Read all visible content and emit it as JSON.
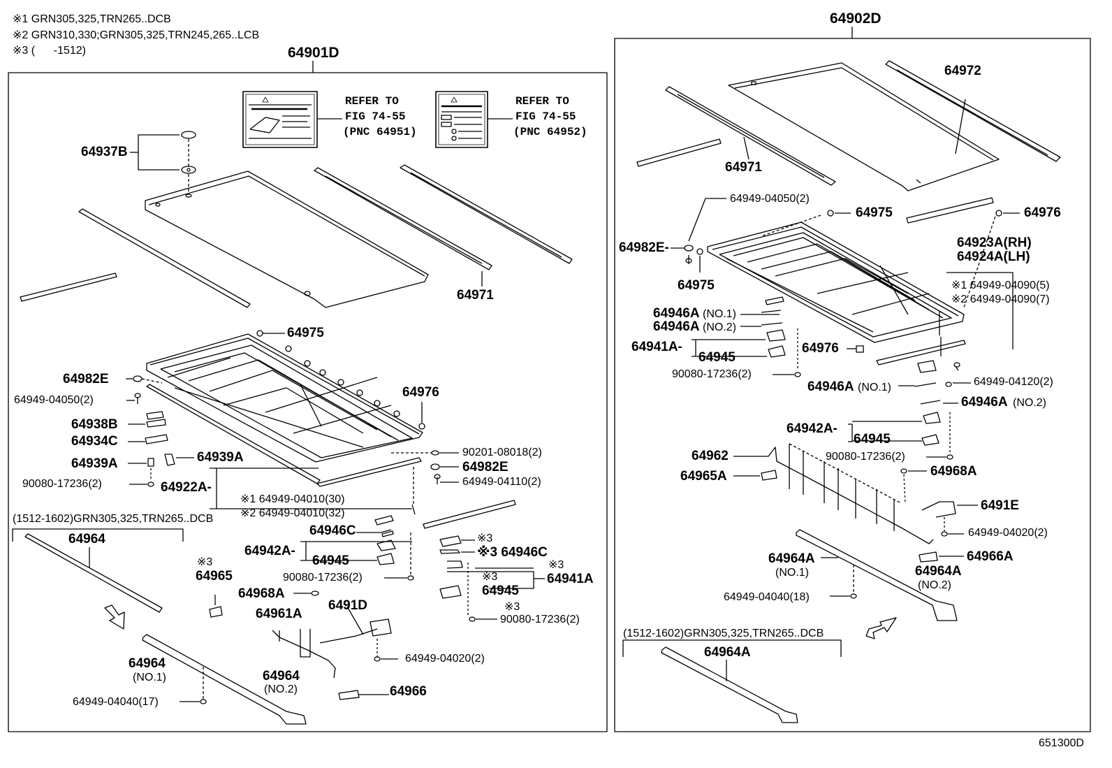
{
  "notes": {
    "n1": "※1 GRN305,325,TRN265..DCB",
    "n2": "※2 GRN310,330;GRN305,325,TRN245,265..LCB",
    "n3": "※3 (      -1512)"
  },
  "left": {
    "assembly": "64901D",
    "refer1": {
      "l1": "REFER TO",
      "l2": "FIG 74-55",
      "l3": "(PNC 64951)"
    },
    "refer2": {
      "l1": "REFER TO",
      "l2": "FIG 74-55",
      "l3": "(PNC 64952)"
    },
    "parts": {
      "p64937B": "64937B",
      "p64971": "64971",
      "p64975": "64975",
      "p64982E_a": "64982E",
      "p64949_04050": "64949-04050(2)",
      "p64976": "64976",
      "p64938B": "64938B",
      "p64934C": "64934C",
      "p64939A_a": "64939A",
      "p64939A_b": "64939A",
      "p90080_a": "90080-17236(2)",
      "p64922A": "64922A-",
      "p90201": "90201-08018(2)",
      "p64982E_b": "64982E",
      "p64949_04110": "64949-04110(2)",
      "p64949_04010_1": "※1 64949-04010(30)",
      "p64949_04010_2": "※2 64949-04010(32)",
      "range": "(1512-1602)GRN305,325,TRN265..DCB",
      "p64964_top": "64964",
      "p64946C_a": "64946C",
      "p64942A": "64942A-",
      "p64945_a": "64945",
      "p90080_b": "90080-17236(2)",
      "p64965_mark": "※3",
      "p64965": "64965",
      "p64968A": "64968A",
      "p6491D": "6491D",
      "p64961A": "64961A",
      "p3_a": "※3",
      "p3_b": "※3 64946C",
      "p3_c": "※3",
      "p64941A": "64941A",
      "p3_d": "※3",
      "p64945_b": "64945",
      "p3_e": "※3",
      "p90080_c": "90080-17236(2)",
      "p64949_04020": "64949-04020(2)",
      "p64964_no1": "64964",
      "no1": "(NO.1)",
      "p64964_no2": "64964",
      "no2": "(NO.2)",
      "p64949_04040": "64949-04040(17)",
      "p64966": "64966"
    }
  },
  "right": {
    "assembly": "64902D",
    "parts": {
      "p64972": "64972",
      "p64971": "64971",
      "p64949_04050": "64949-04050(2)",
      "p64975_a": "64975",
      "p64976_a": "64976",
      "p64982E": "64982E-",
      "p64975_b": "64975",
      "p64923A": "64923A(RH)",
      "p64924A": "64924A(LH)",
      "p64949_04090_1": "※1 64949-04090(5)",
      "p64949_04090_2": "※2 64949-04090(7)",
      "p64946A_no1": "64946A",
      "no1_a": "(NO.1)",
      "p64946A_no2": "64946A",
      "no2_a": "(NO.2)",
      "p64941A": "64941A-",
      "p64945_a": "64945",
      "p64976_b": "64976",
      "p90080_a": "90080-17236(2)",
      "p64946A_b": "64946A",
      "no1_b": "(NO.1)",
      "p64949_04120": "64949-04120(2)",
      "p64946A_c": "64946A",
      "no2_b": "(NO.2)",
      "p64942A": "64942A-",
      "p64945_b": "64945",
      "p90080_b": "90080-17236(2)",
      "p64962": "64962",
      "p64965A": "64965A",
      "p64968A": "64968A",
      "p6491E": "6491E",
      "p64949_04020": "64949-04020(2)",
      "p64964A_no1": "64964A",
      "no1_c": "(NO.1)",
      "p64966A": "64966A",
      "p64964A_no2": "64964A",
      "no2_c": "(NO.2)",
      "p64949_04040": "64949-04040(18)",
      "range": "(1512-1602)GRN305,325,TRN265..DCB",
      "p64964A_bottom": "64964A"
    }
  },
  "figure_number": "651300D"
}
